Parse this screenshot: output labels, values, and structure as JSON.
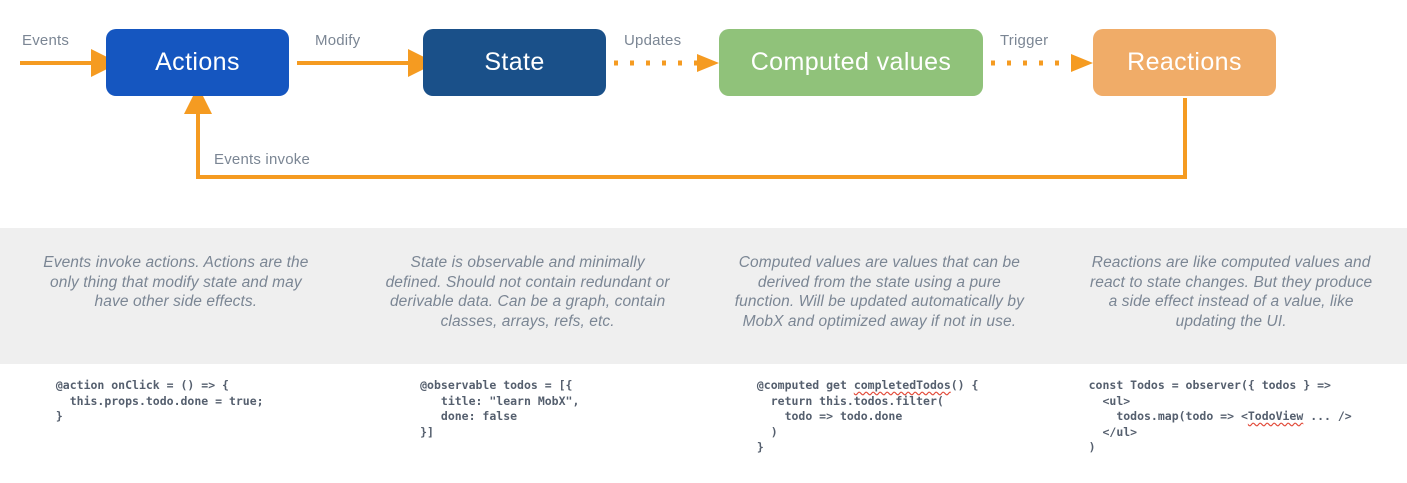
{
  "diagram": {
    "title": "MobX core concepts flow",
    "colors": {
      "actions": "#1556C0",
      "state": "#1A5089",
      "computed": "#90C27A",
      "reactions": "#F0AC68",
      "arrow": "#F59B21",
      "band": "#efefef",
      "desc_text": "#7b8694",
      "code_text": "#555f6e",
      "squiggle": "#e24b3a"
    },
    "nodes": [
      {
        "id": "actions",
        "label": "Actions"
      },
      {
        "id": "state",
        "label": "State"
      },
      {
        "id": "computed",
        "label": "Computed values"
      },
      {
        "id": "reactions",
        "label": "Reactions"
      }
    ],
    "edges": [
      {
        "id": "events",
        "label": "Events",
        "style": "solid",
        "from": "outside",
        "to": "actions"
      },
      {
        "id": "modify",
        "label": "Modify",
        "style": "solid",
        "from": "actions",
        "to": "state"
      },
      {
        "id": "updates",
        "label": "Updates",
        "style": "dotted",
        "from": "state",
        "to": "computed"
      },
      {
        "id": "trigger",
        "label": "Trigger",
        "style": "dotted",
        "from": "computed",
        "to": "reactions"
      },
      {
        "id": "events-invoke",
        "label": "Events invoke",
        "style": "solid",
        "from": "reactions",
        "to": "actions"
      }
    ]
  },
  "descriptions": [
    {
      "id": "actions-desc",
      "text": "Events invoke actions. Actions are the only thing that modify state and may have other side effects."
    },
    {
      "id": "state-desc",
      "text": "State is observable and minimally defined. Should not contain redundant or derivable data. Can be a graph, contain classes, arrays, refs, etc."
    },
    {
      "id": "computed-desc",
      "text": "Computed values are values that can be derived from the state using a pure function. Will be updated automatically by MobX and optimized away if not in use."
    },
    {
      "id": "reactions-desc",
      "text": "Reactions are like computed values and react to state changes. But they produce a side effect instead of a value, like updating the UI."
    }
  ],
  "code_samples": [
    {
      "id": "action-code",
      "lines": [
        {
          "text": "@action onClick = () => {"
        },
        {
          "text": "  this.props.todo.done = true;"
        },
        {
          "text": "}"
        }
      ]
    },
    {
      "id": "observable-code",
      "lines": [
        {
          "text": "@observable todos = [{"
        },
        {
          "text": "   title: \"learn MobX\","
        },
        {
          "text": "   done: false"
        },
        {
          "text": "}]"
        }
      ]
    },
    {
      "id": "computed-code",
      "lines": [
        {
          "pre": "@computed get ",
          "misspelled": "completedTodos",
          "post": "() {"
        },
        {
          "text": "  return this.todos.filter("
        },
        {
          "text": "    todo => todo.done"
        },
        {
          "text": "  )"
        },
        {
          "text": "}"
        }
      ]
    },
    {
      "id": "reaction-code",
      "lines": [
        {
          "text": "const Todos = observer({ todos } =>"
        },
        {
          "text": "  <ul>"
        },
        {
          "pre": "    todos.map(todo => <",
          "misspelled": "TodoView",
          "post": " ... />"
        },
        {
          "text": "  </ul>"
        },
        {
          "text": ")"
        }
      ]
    }
  ]
}
